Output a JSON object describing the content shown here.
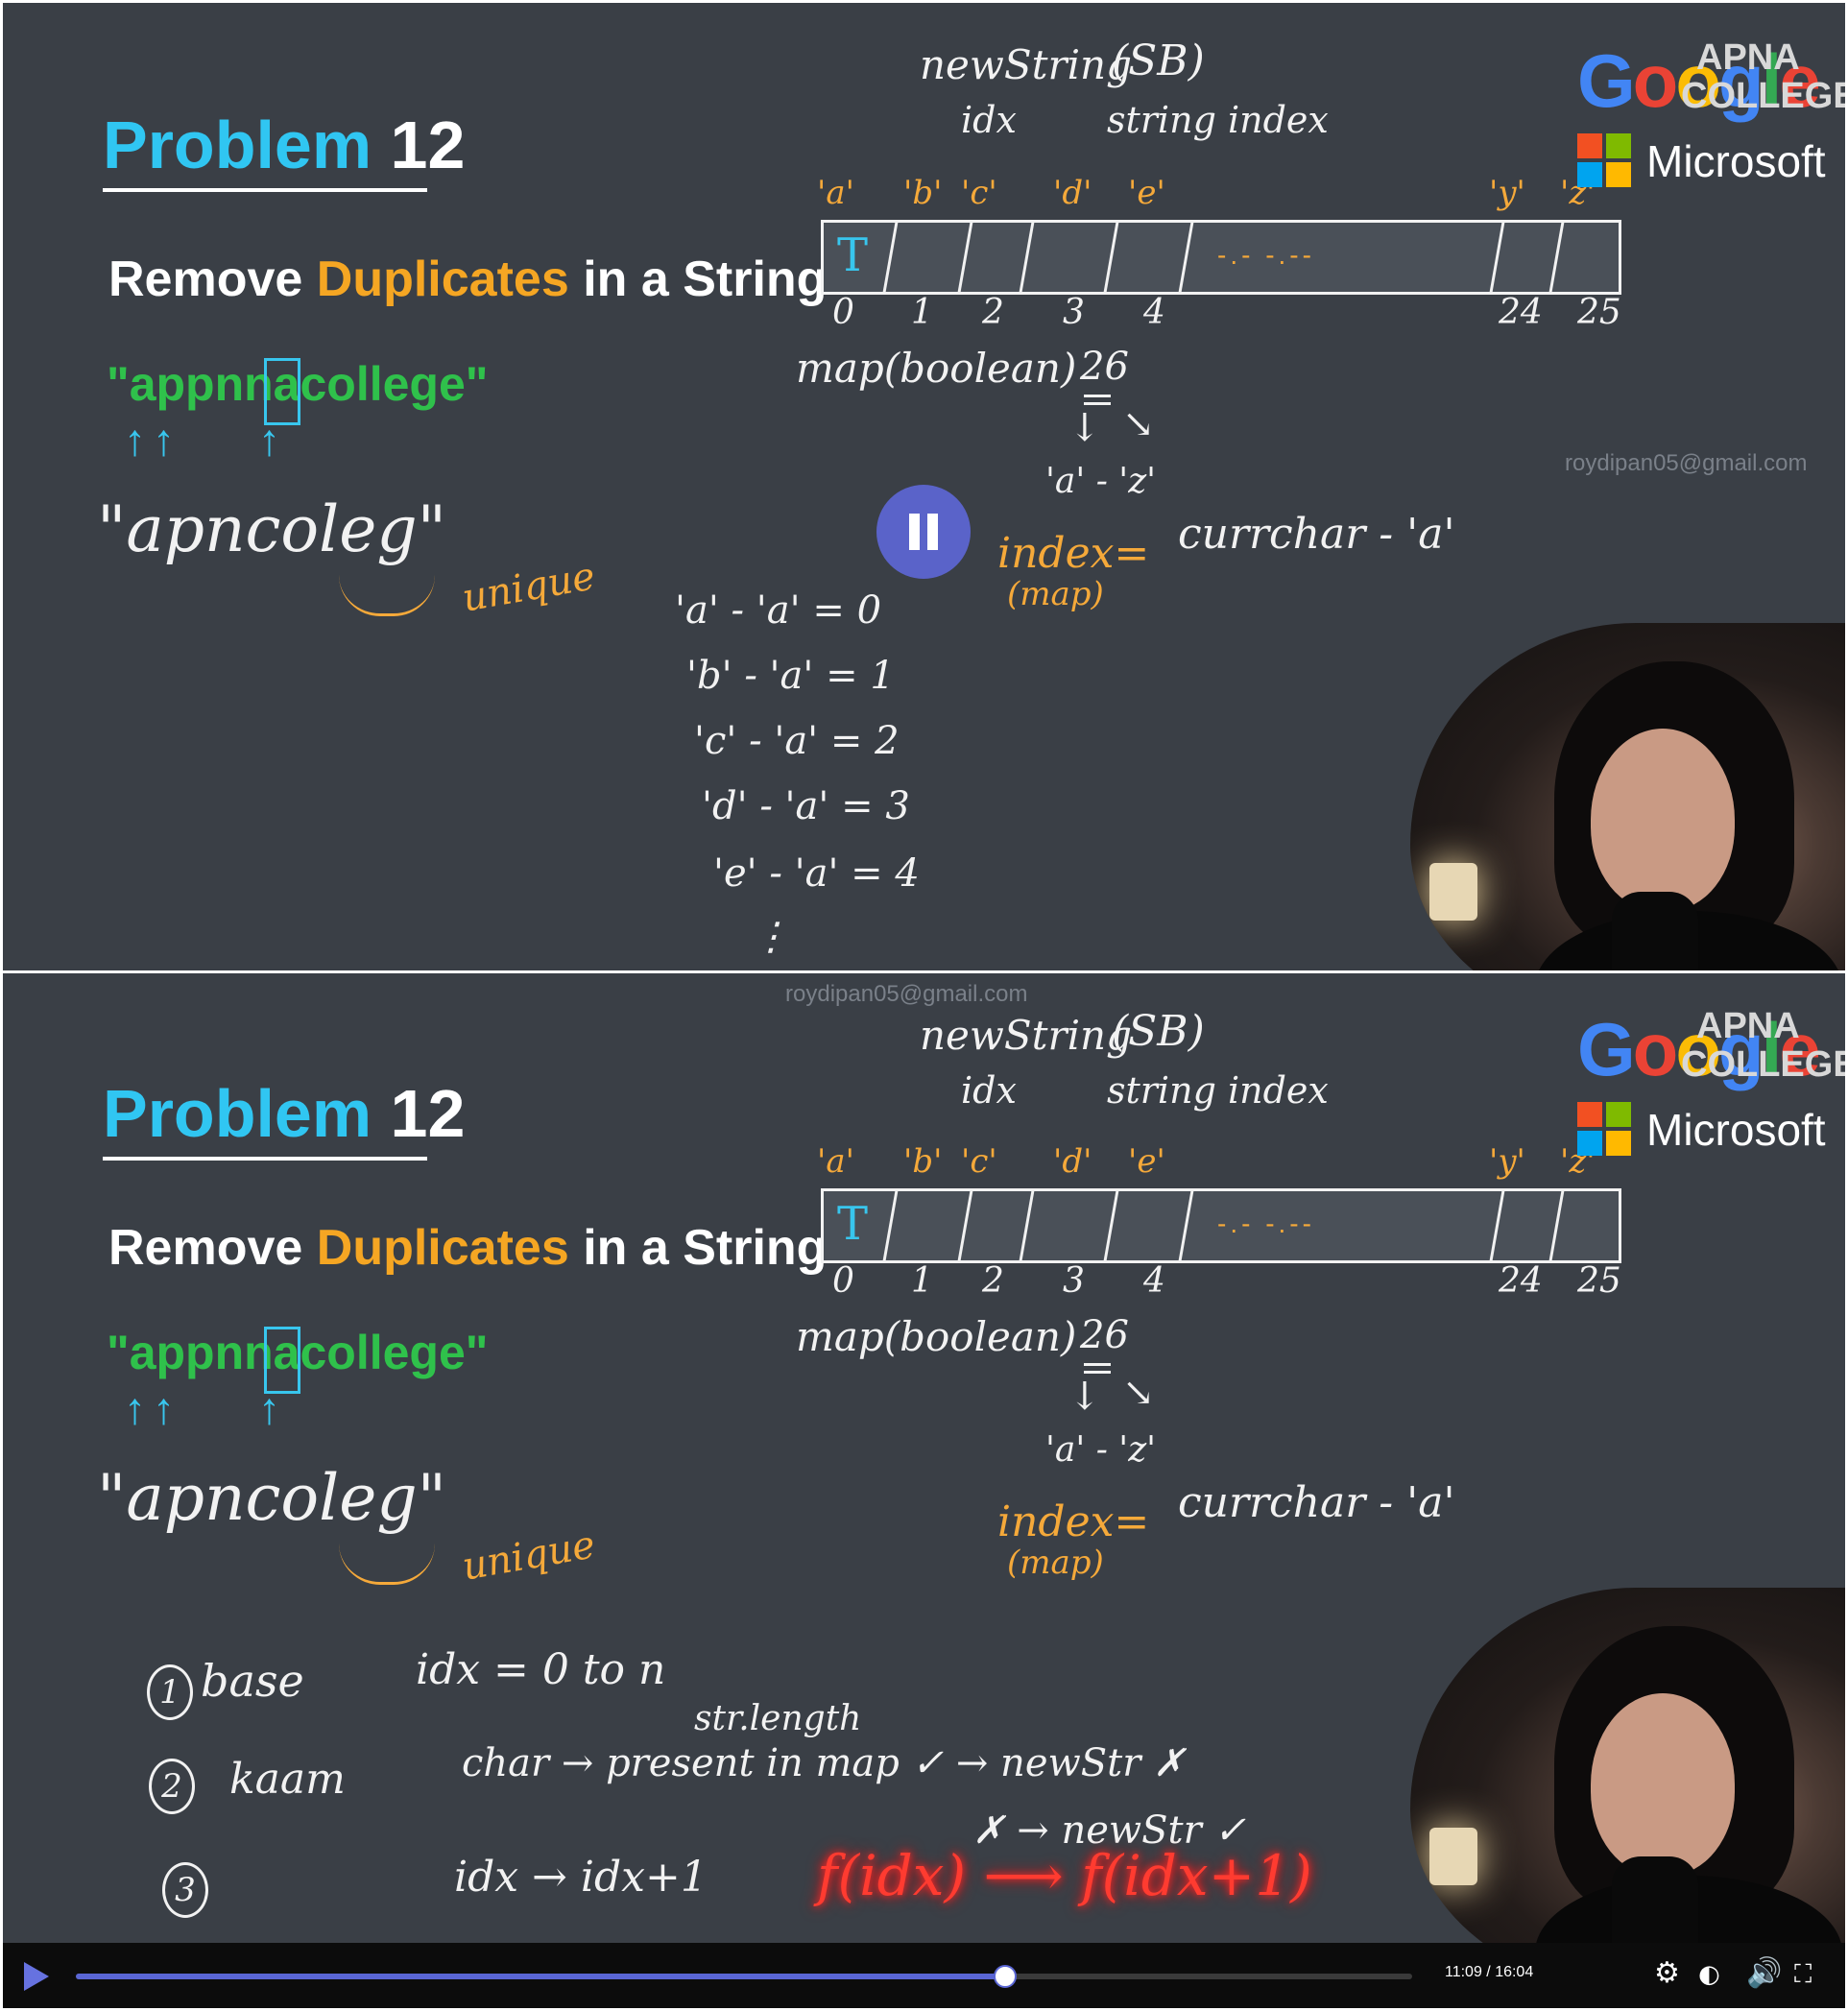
{
  "slide": {
    "title_word1": "Problem",
    "title_word2": "12",
    "subtitle_a": "Remove ",
    "subtitle_b": "Duplicates",
    "subtitle_c": " in a String",
    "input_string": "\"appnnacollege\"",
    "output_string": "\"apncoleg\"",
    "unique_label": "unique"
  },
  "board": {
    "newstring": "newString",
    "sb": "(SB)",
    "idx": "idx",
    "string_index": "string index",
    "letters": [
      "'a'",
      "'b'",
      "'c'",
      "'d'",
      "'e'",
      "'y'",
      "'z'"
    ],
    "cell_value": "T",
    "dots": "-.- -.--",
    "indices": [
      "0",
      "1",
      "2",
      "3",
      "4",
      "24",
      "25"
    ],
    "map_label": "map(boolean)",
    "map_size": "26",
    "down_arrow": "↓",
    "side_arrow": "↘",
    "range": "'a' - 'z'",
    "index_label": "index=",
    "map_small": "(map)",
    "formula": "currchar - 'a'",
    "calcs": [
      "'a' - 'a' = 0",
      "'b' - 'a' = 1",
      "'c' - 'a' = 2",
      "'d' - 'a' = 3",
      "'e' - 'a' = 4"
    ],
    "more": "⋮"
  },
  "steps": {
    "n1": "1",
    "n2": "2",
    "n3": "3",
    "base": "base",
    "kaam": "kaam",
    "base_rule": "idx = 0 to n",
    "str_length": "str.length",
    "char_rule": "char → present in map ✓ → newStr ✗",
    "char_rule2": "✗ → newStr ✓",
    "idx_rule": "idx → idx+1",
    "recursion": "f(idx) ⟶ f(idx+1)"
  },
  "logos": {
    "google": "Google",
    "apna": "APNA",
    "college": "COLLEGE",
    "microsoft": "Microsoft"
  },
  "watermark": "roydipan05@gmail.com",
  "player": {
    "time_display": "11:09 / 16:04",
    "progress": 0.694,
    "icons": [
      "play-icon",
      "pause-icon",
      "gear-icon",
      "toggle-icon",
      "volume-icon",
      "fullscreen-icon"
    ],
    "accent": "#5a66d4"
  }
}
